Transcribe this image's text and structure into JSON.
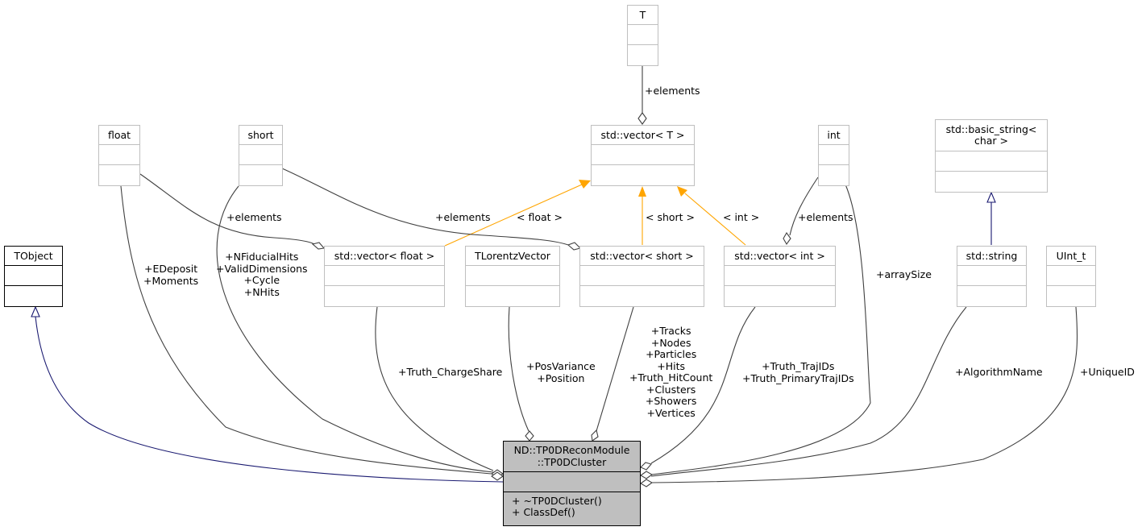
{
  "diagram": {
    "type": "class-collaboration-graph",
    "colors": {
      "inheritance": "#191970",
      "composition": "#404040",
      "template": "#ffa500",
      "main_fill": "#bfbfbf",
      "node_border": "#bfbfbf"
    },
    "main_class": {
      "title_line1": "ND::TP0DReconModule",
      "title_line2": "::TP0DCluster",
      "methods": [
        "+ ~TP0DCluster()",
        "+ ClassDef()"
      ]
    },
    "nodes": {
      "tobject": "TObject",
      "float": "float",
      "short": "short",
      "t": "T",
      "vector_t": "std::vector< T >",
      "int": "int",
      "basic_string_line1": "std::basic_string<",
      "basic_string_line2": "char >",
      "vector_float": "std::vector< float >",
      "tlorentzvector": "TLorentzVector",
      "vector_short": "std::vector< short >",
      "vector_int": "std::vector< int >",
      "string": "std::string",
      "uint_t": "UInt_t"
    },
    "edge_labels": {
      "t_elements": "+elements",
      "float_elements": "+elements",
      "short_elements": "+elements",
      "int_elements": "+elements",
      "tmpl_float": "< float >",
      "tmpl_short": "< short >",
      "tmpl_int": "< int >",
      "float_members": [
        "+EDeposit",
        "+Moments"
      ],
      "short_members": [
        "+NFiducialHits",
        "+ValidDimensions",
        "+Cycle",
        "+NHits"
      ],
      "vector_float_members": [
        "+Truth_ChargeShare"
      ],
      "tlorentz_members": [
        "+PosVariance",
        "+Position"
      ],
      "vector_short_members": [
        "+Tracks",
        "+Nodes",
        "+Particles",
        "+Hits",
        "+Truth_HitCount",
        "+Clusters",
        "+Showers",
        "+Vertices"
      ],
      "vector_int_members": [
        "+Truth_TrajIDs",
        "+Truth_PrimaryTrajIDs"
      ],
      "int_members": [
        "+arraySize"
      ],
      "string_members": [
        "+AlgorithmName"
      ],
      "uint_members": [
        "+UniqueID"
      ]
    }
  }
}
